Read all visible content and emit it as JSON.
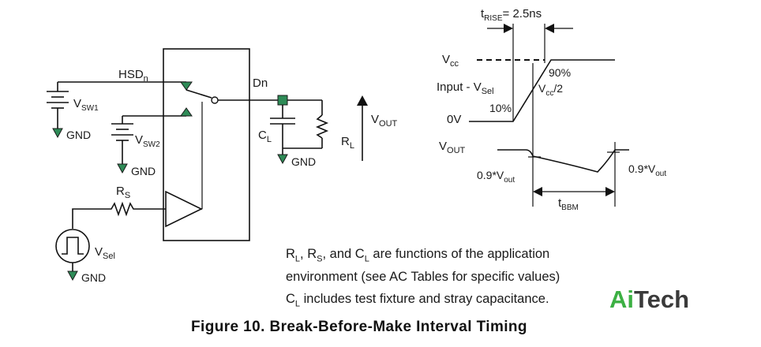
{
  "diagram": {
    "title": "Figure 10. Break-Before-Make Interval Timing",
    "labels": {
      "hsd_main": "HSD",
      "hsd_sub": "n",
      "dn": "Dn",
      "vsw1_main": "V",
      "vsw1_sub": "SW1",
      "vsw2_main": "V",
      "vsw2_sub": "SW2",
      "gnd": "GND",
      "rs_main": "R",
      "rs_sub": "S",
      "vsel_main": "V",
      "vsel_sub": "Sel",
      "cl_main": "C",
      "cl_sub": "L",
      "rl_main": "R",
      "rl_sub": "L",
      "vout_main": "V",
      "vout_sub": "OUT"
    },
    "timing": {
      "trise_main": "t",
      "trise_sub": "RISE",
      "trise_value": "= 2.5ns",
      "vcc_main": "V",
      "vcc_sub": "cc",
      "input_main": "Input - V",
      "input_sub": "Sel",
      "zero_v": "0V",
      "pct90": "90%",
      "pct10": "10%",
      "vcc2_main": "V",
      "vcc2_sub": "cc",
      "vcc2_tail": "/2",
      "vout_main": "V",
      "vout_sub": "OUT",
      "thr_left_main": "0.9*V",
      "thr_left_sub": "out",
      "thr_right_main": "0.9*V",
      "thr_right_sub": "out",
      "tbbm_main": "t",
      "tbbm_sub": "BBM"
    },
    "notes": {
      "line1_rl": "R",
      "line1_rl_sub": "L",
      "line1_comma1": ", R",
      "line1_rs_sub": "S",
      "line1_comma2": ", and C",
      "line1_cl_sub": "L",
      "line1_rest": " are functions of the application",
      "line2": "environment  (see AC Tables for specific values)",
      "line3_c": "C",
      "line3_sub": "L",
      "line3_rest": " includes test fixture and stray capacitance."
    },
    "logo": {
      "part1": "Ai",
      "part2": "Tech"
    },
    "colors": {
      "ground_symbol": "#2e8b57",
      "logo_green": "#3cb043",
      "logo_dark": "#3a3a3a"
    }
  }
}
